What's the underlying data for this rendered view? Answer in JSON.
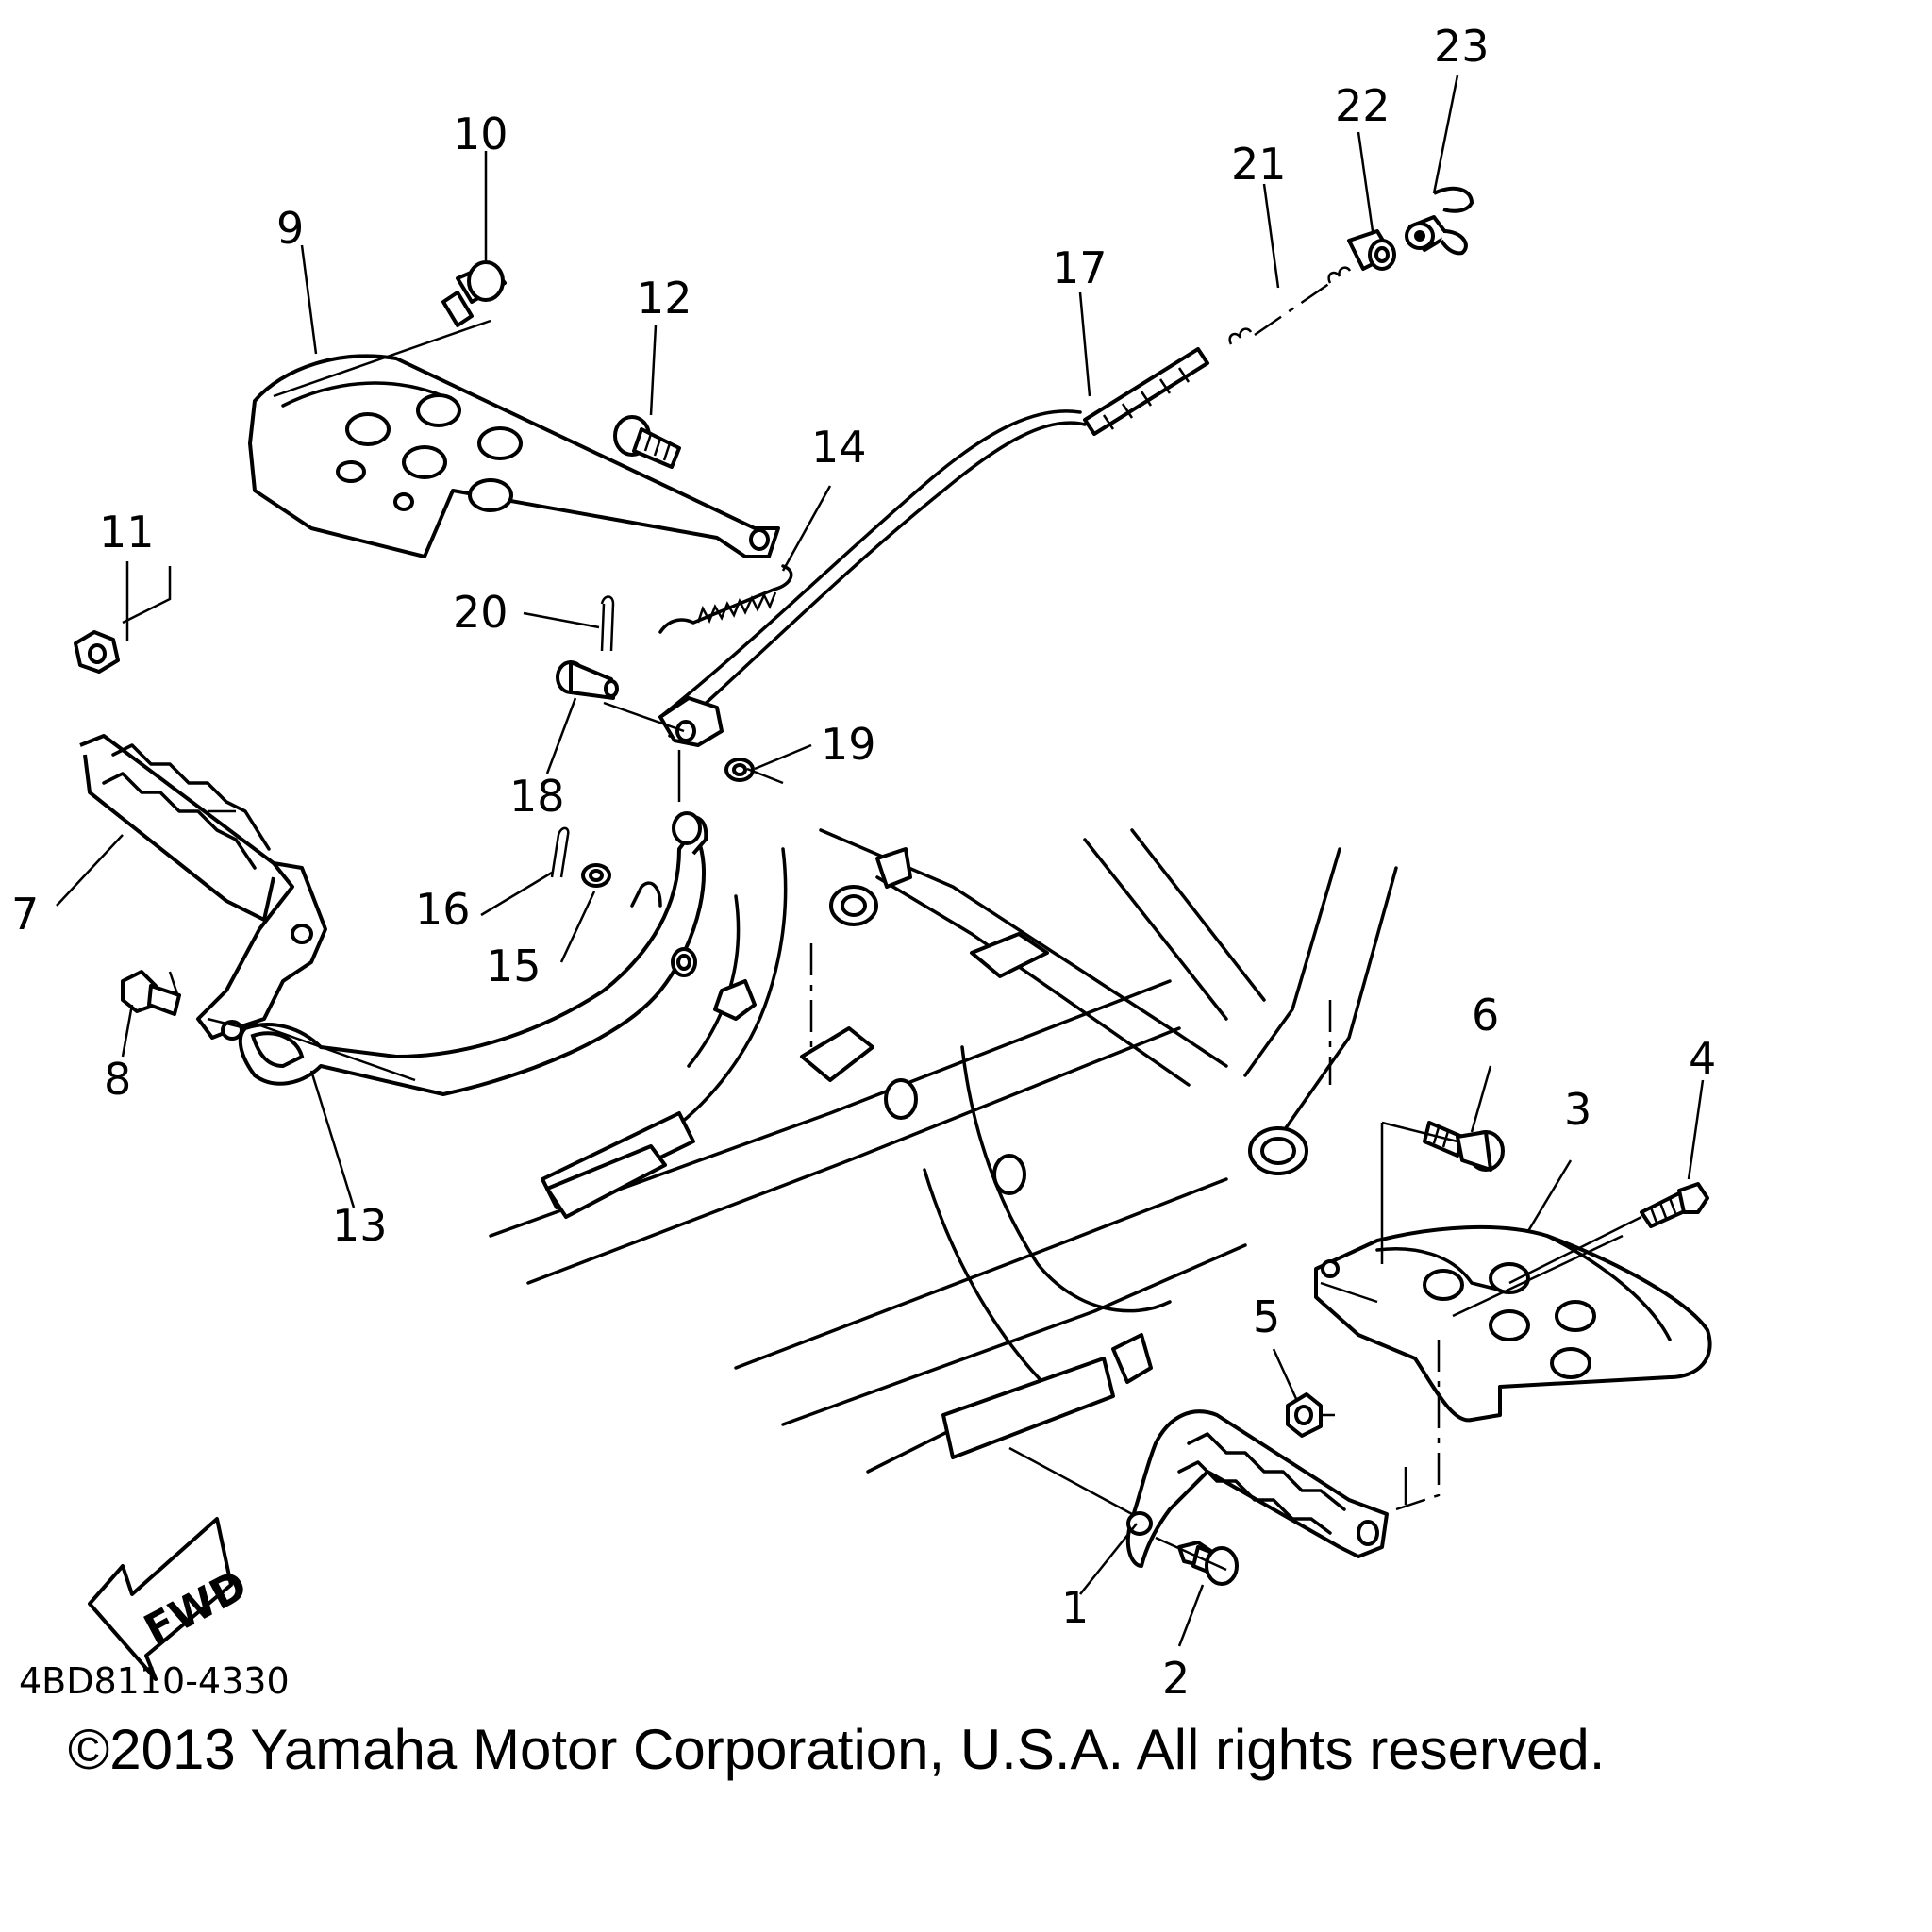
{
  "diagram": {
    "callouts": [
      "1",
      "2",
      "3",
      "4",
      "5",
      "6",
      "7",
      "8",
      "9",
      "10",
      "11",
      "12",
      "13",
      "14",
      "15",
      "16",
      "17",
      "18",
      "19",
      "20",
      "21",
      "22",
      "23"
    ],
    "fwd_label": "FWD",
    "part_code": "4BD8110-4330"
  },
  "copyright": "©2013 Yamaha Motor Corporation, U.S.A. All rights reserved."
}
